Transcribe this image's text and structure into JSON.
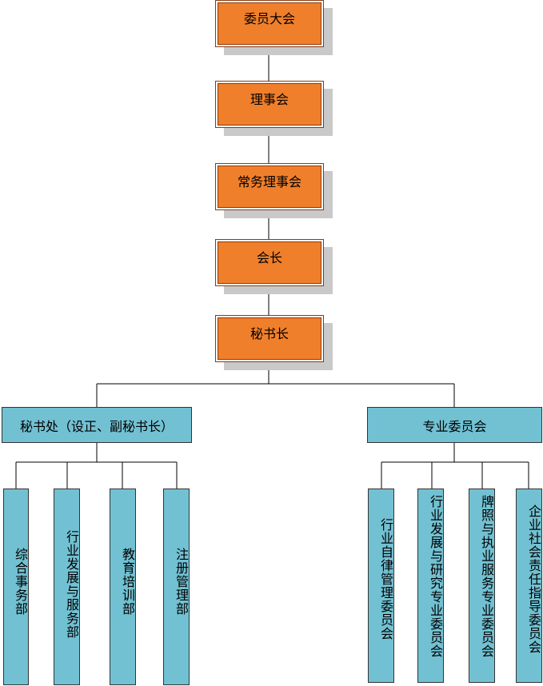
{
  "chain": [
    {
      "id": "general-assembly",
      "label": "委员大会"
    },
    {
      "id": "council",
      "label": "理事会"
    },
    {
      "id": "standing-council",
      "label": "常务理事会"
    },
    {
      "id": "president",
      "label": "会长"
    },
    {
      "id": "secretary-general",
      "label": "秘书长"
    }
  ],
  "branches": {
    "secretariat": "秘书处（设正、副秘书长）",
    "committees": "专业委员会"
  },
  "departments": [
    {
      "id": "general-affairs-dept",
      "label": "综合事务部"
    },
    {
      "id": "industry-development-dept",
      "label": "行业发展与服务部"
    },
    {
      "id": "education-training-dept",
      "label": "教育培训部"
    },
    {
      "id": "registration-management-dept",
      "label": "注册管理部"
    }
  ],
  "specialized_committees": [
    {
      "id": "self-discipline-committee",
      "label": "行业自律管理委员会"
    },
    {
      "id": "research-committee",
      "label": "行业发展与研究专业委员会"
    },
    {
      "id": "license-service-committee",
      "label": "牌照与执业服务专业委员会"
    },
    {
      "id": "csr-guidance-committee",
      "label": "企业社会责任指导委员会"
    }
  ]
}
